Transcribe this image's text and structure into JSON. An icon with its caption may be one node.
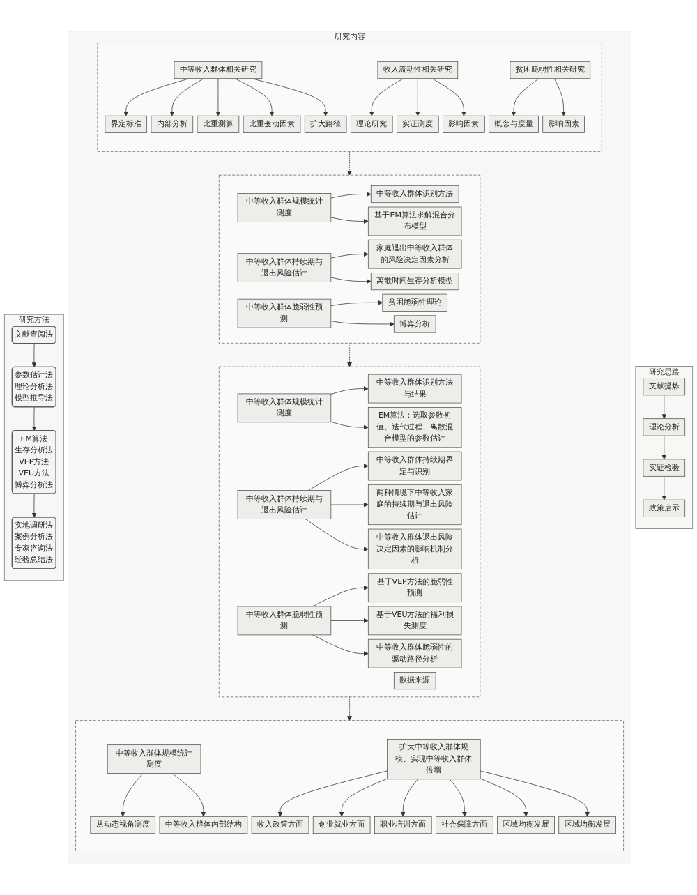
{
  "diagram": {
    "nodes": [
      {
        "text": [
          "研究思路"
        ]
      },
      {
        "text": [
          "文献提炼"
        ],
        "in": 0
      },
      {
        "text": [
          "理论分析"
        ],
        "in": 0
      },
      {
        "text": [
          "实证检验"
        ],
        "in": 0
      },
      {
        "text": [
          "政策启示"
        ],
        "in": 0
      },
      {
        "text": [
          "研究内容"
        ]
      },
      {
        "text": [],
        "shape": "box",
        "in": 5
      },
      {
        "text": [
          "中等收入群体相关研究"
        ],
        "in": 6
      },
      {
        "text": [
          "界定标准"
        ],
        "in": 6
      },
      {
        "text": [
          "内部分析"
        ],
        "in": 6
      },
      {
        "text": [
          "比重测算"
        ],
        "in": 6
      },
      {
        "text": [
          "比重变动因素"
        ],
        "in": 6
      },
      {
        "text": [
          "扩大路径"
        ],
        "in": 6
      },
      {
        "text": [
          "收入流动性相关研究"
        ],
        "in": 6
      },
      {
        "text": [
          "理论研究"
        ],
        "in": 6
      },
      {
        "text": [
          "实证测度"
        ],
        "in": 6
      },
      {
        "text": [
          "影响因素"
        ],
        "in": 6
      },
      {
        "text": [
          "贫困脆弱性相关研究"
        ],
        "in": 6
      },
      {
        "text": [
          "概念与度量"
        ],
        "in": 6
      },
      {
        "text": [
          "影响因素"
        ],
        "in": 6
      },
      {
        "text": [],
        "shape": "box",
        "in": 5
      },
      {
        "text": [
          "中等收入群体规模统计测度"
        ],
        "in": 20
      },
      {
        "text": [
          "中等收入群体识别方法"
        ],
        "in": 20
      },
      {
        "text": [
          "基于EM算法求解混合分布模型"
        ],
        "in": 20
      },
      {
        "text": [
          "中等收入群体持续期与退出风险估计"
        ],
        "in": 20
      },
      {
        "text": [
          "家庭退出中等收入群体的风险决定因素分析"
        ],
        "in": 20
      },
      {
        "text": [
          "离散时间生存分析模型"
        ],
        "in": 20
      },
      {
        "text": [
          "中等收入群体脆弱性预测"
        ],
        "in": 20
      },
      {
        "text": [
          "贫困脆弱性理论"
        ],
        "in": 20
      },
      {
        "text": [
          "博弈分析"
        ],
        "in": 20
      },
      {
        "text": [],
        "shape": "box",
        "in": 5
      },
      {
        "text": [
          "中等收入群体规模统计测度"
        ],
        "in": 30
      },
      {
        "text": [
          "中等收入群体识别方法与结果"
        ],
        "in": 30
      },
      {
        "text": [
          "EM算法：选取参数初值、迭代过程、离散混合模型的参数估计"
        ],
        "in": 30
      },
      {
        "text": [
          "中等收入群体持续期与退出风险估计"
        ],
        "in": 30
      },
      {
        "text": [
          "中等收入群体持续期界定与识别"
        ],
        "in": 30
      },
      {
        "text": [
          "两种情境下中等收入家庭的持续期与退出风险估计"
        ],
        "in": 30
      },
      {
        "text": [
          "中等收入群体退出风险决定因素的影响机制分析"
        ],
        "in": 30
      },
      {
        "text": [
          "中等收入群体脆弱性预测"
        ],
        "in": 30
      },
      {
        "text": [
          "基于VEP方法的脆弱性预测"
        ],
        "in": 30
      },
      {
        "text": [
          "基于VEU方法的福利损失测度"
        ],
        "in": 30
      },
      {
        "text": [
          "中等收入群体脆弱性的驱动路径分析"
        ],
        "in": 30
      },
      {
        "text": [
          "数据来源"
        ],
        "in": 30
      },
      {
        "text": [],
        "shape": "box",
        "in": 5
      },
      {
        "text": [
          "中等收入群体规模统计测度"
        ],
        "in": 43
      },
      {
        "text": [
          "扩大中等收入群体规模、实现中等收入群体倍增"
        ],
        "in": 43
      },
      {
        "text": [
          "从动态视角测度"
        ],
        "in": 43
      },
      {
        "text": [
          "中等收入群体内部结构"
        ],
        "in": 43
      },
      {
        "text": [
          "收入政策方面"
        ],
        "in": 43
      },
      {
        "text": [
          "创业就业方面"
        ],
        "in": 43
      },
      {
        "text": [
          "职业培训方面"
        ],
        "in": 43
      },
      {
        "text": [
          "社会保障方面"
        ],
        "in": 43
      },
      {
        "text": [
          "区域均衡发展"
        ],
        "in": 43
      },
      {
        "text": [
          "区域均衡发展"
        ],
        "in": 43
      },
      {
        "text": [
          "研究方法"
        ]
      },
      {
        "text": [
          "文献查阅法"
        ],
        "in": 54
      },
      {
        "text": [
          "参数估计法",
          "理论分析法",
          "模型推导法"
        ],
        "in": 54
      },
      {
        "text": [
          "EM算法",
          "生存分析法",
          "VEP方法",
          "VEU方法",
          "博弈分析法"
        ],
        "in": 54
      },
      {
        "text": [
          "实地调研法",
          "案例分析法",
          "专家咨询法",
          "经验总结法"
        ],
        "in": 54
      }
    ],
    "edges": [
      {
        "from": 1,
        "to": 2,
        "arrow": "to"
      },
      {
        "from": 2,
        "to": 3,
        "arrow": "to"
      },
      {
        "from": 3,
        "to": 4,
        "arrow": "to"
      },
      {
        "from": 7,
        "to": 8,
        "arrow": "to"
      },
      {
        "from": 7,
        "to": 9,
        "arrow": "to"
      },
      {
        "from": 7,
        "to": 10,
        "arrow": "to"
      },
      {
        "from": 7,
        "to": 11,
        "arrow": "to"
      },
      {
        "from": 7,
        "to": 12,
        "arrow": "to"
      },
      {
        "from": 13,
        "to": 14,
        "arrow": "to"
      },
      {
        "from": 13,
        "to": 15,
        "arrow": "to"
      },
      {
        "from": 13,
        "to": 16,
        "arrow": "to"
      },
      {
        "from": 17,
        "to": 18,
        "arrow": "to"
      },
      {
        "from": 17,
        "to": 19,
        "arrow": "to"
      },
      {
        "from": 6,
        "to": 20,
        "arrow": "to",
        "style": "dashed"
      },
      {
        "from": 21,
        "to": 22,
        "arrow": "to"
      },
      {
        "from": 21,
        "to": 23,
        "arrow": "to"
      },
      {
        "from": 24,
        "to": 25,
        "arrow": "to"
      },
      {
        "from": 24,
        "to": 26,
        "arrow": "to"
      },
      {
        "from": 27,
        "to": 28,
        "arrow": "to"
      },
      {
        "from": 27,
        "to": 29,
        "arrow": "to"
      },
      {
        "from": 20,
        "to": 30,
        "arrow": "to",
        "style": "dashed"
      },
      {
        "from": 31,
        "to": 32,
        "arrow": "to"
      },
      {
        "from": 31,
        "to": 33,
        "arrow": "to"
      },
      {
        "from": 34,
        "to": 35,
        "arrow": "to"
      },
      {
        "from": 34,
        "to": 36,
        "arrow": "to"
      },
      {
        "from": 34,
        "to": 37,
        "arrow": "to"
      },
      {
        "from": 38,
        "to": 39,
        "arrow": "to"
      },
      {
        "from": 38,
        "to": 40,
        "arrow": "to"
      },
      {
        "from": 38,
        "to": 41,
        "arrow": "to"
      },
      {
        "from": 30,
        "to": 43,
        "arrow": "to",
        "style": "dashed"
      },
      {
        "from": 44,
        "to": 46,
        "arrow": "to"
      },
      {
        "from": 44,
        "to": 47,
        "arrow": "to"
      },
      {
        "from": 45,
        "to": 48,
        "arrow": "to"
      },
      {
        "from": 45,
        "to": 49,
        "arrow": "to"
      },
      {
        "from": 45,
        "to": 50,
        "arrow": "to"
      },
      {
        "from": 45,
        "to": 51,
        "arrow": "to"
      },
      {
        "from": 45,
        "to": 52,
        "arrow": "to"
      },
      {
        "from": 45,
        "to": 53,
        "arrow": "to"
      },
      {
        "from": 55,
        "to": 56,
        "arrow": "to"
      },
      {
        "from": 56,
        "to": 57,
        "arrow": "to"
      },
      {
        "from": 57,
        "to": 58,
        "arrow": "to"
      }
    ]
  }
}
